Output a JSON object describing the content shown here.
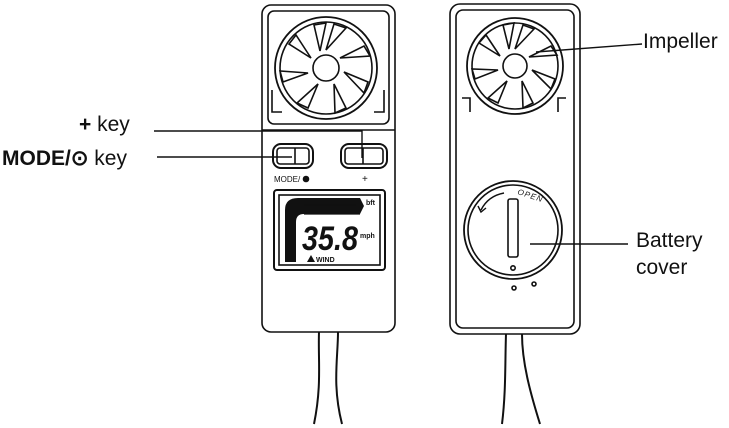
{
  "labels": {
    "plus_key": {
      "symbol": "+",
      "text": " key"
    },
    "mode_key": {
      "name": "MODE/",
      "symbol": "⊙",
      "text": " key"
    },
    "impeller": "Impeller",
    "battery_line1": "Battery",
    "battery_line2": "cover"
  },
  "device_front": {
    "mode_caption": "MODE/",
    "plus_caption": "+",
    "unit_top": "bft",
    "reading": "35.8",
    "unit_right": "mph",
    "wind_label": "WIND"
  },
  "device_back": {
    "open_text": "OPEN"
  },
  "colors": {
    "ink": "#111111",
    "background": "#ffffff"
  }
}
